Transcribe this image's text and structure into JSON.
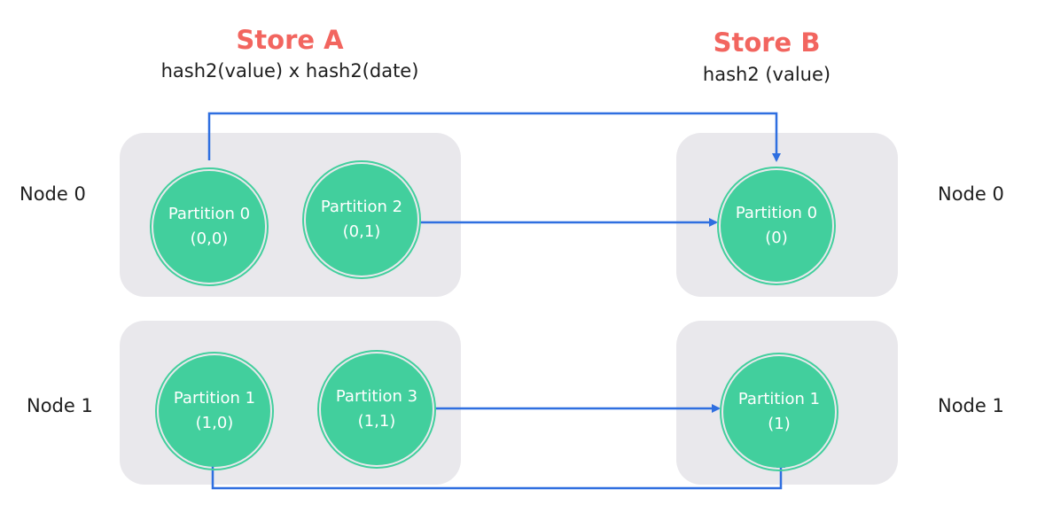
{
  "colors": {
    "title": "#f2655f",
    "panel": "#e9e8ec",
    "partition_fill": "#42cf9d",
    "partition_ring": "#42cf9d",
    "arrow": "#2f6fe0"
  },
  "store_a": {
    "title": "Store A",
    "formula": "hash2(value) x hash2(date)"
  },
  "store_b": {
    "title": "Store B",
    "formula": "hash2 (value)"
  },
  "nodes": {
    "left_0": "Node 0",
    "left_1": "Node 1",
    "right_0": "Node 0",
    "right_1": "Node 1"
  },
  "partitions": {
    "a_p0": {
      "name": "Partition 0",
      "key": "(0,0)"
    },
    "a_p2": {
      "name": "Partition 2",
      "key": "(0,1)"
    },
    "a_p1": {
      "name": "Partition 1",
      "key": "(1,0)"
    },
    "a_p3": {
      "name": "Partition 3",
      "key": "(1,1)"
    },
    "b_p0": {
      "name": "Partition 0",
      "key": "(0)"
    },
    "b_p1": {
      "name": "Partition 1",
      "key": "(1)"
    }
  },
  "flows": [
    {
      "from": "a_p0",
      "to": "b_p0",
      "style": "over-top"
    },
    {
      "from": "a_p2",
      "to": "b_p0",
      "style": "direct"
    },
    {
      "from": "a_p3",
      "to": "b_p1",
      "style": "direct"
    },
    {
      "from": "a_p1",
      "to": "b_p1",
      "style": "under-bottom"
    }
  ]
}
